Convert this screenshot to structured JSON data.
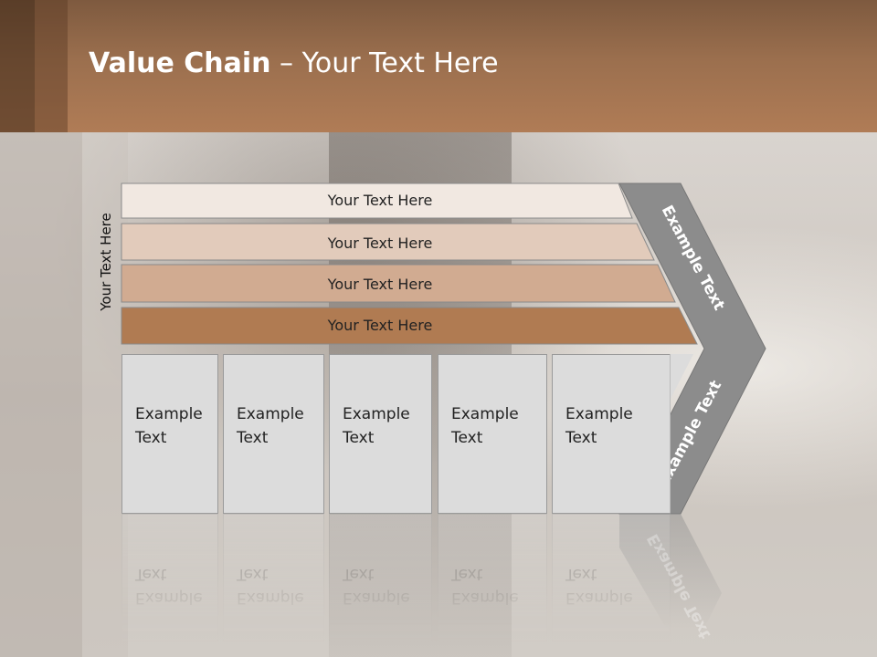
{
  "header": {
    "title_bold": "Value Chain",
    "title_rest": " – Your Text Here",
    "color": "#a8774f"
  },
  "diagram": {
    "side_label": "Your Text Here",
    "bars": [
      {
        "label": "Your Text Here",
        "color": "#f1e8e1"
      },
      {
        "label": "Your Text Here",
        "color": "#e2cbbb"
      },
      {
        "label": "Your Text Here",
        "color": "#d1ab91"
      },
      {
        "label": "Your Text Here",
        "color": "#b07b52"
      }
    ],
    "boxes": [
      {
        "label": "Example\nText"
      },
      {
        "label": "Example\nText"
      },
      {
        "label": "Example\nText"
      },
      {
        "label": "Example\nText"
      },
      {
        "label": "Example\nText"
      }
    ],
    "chevron": {
      "upper_label": "Example Text",
      "lower_label": "Example Text",
      "color": "#8c8c8c"
    }
  }
}
